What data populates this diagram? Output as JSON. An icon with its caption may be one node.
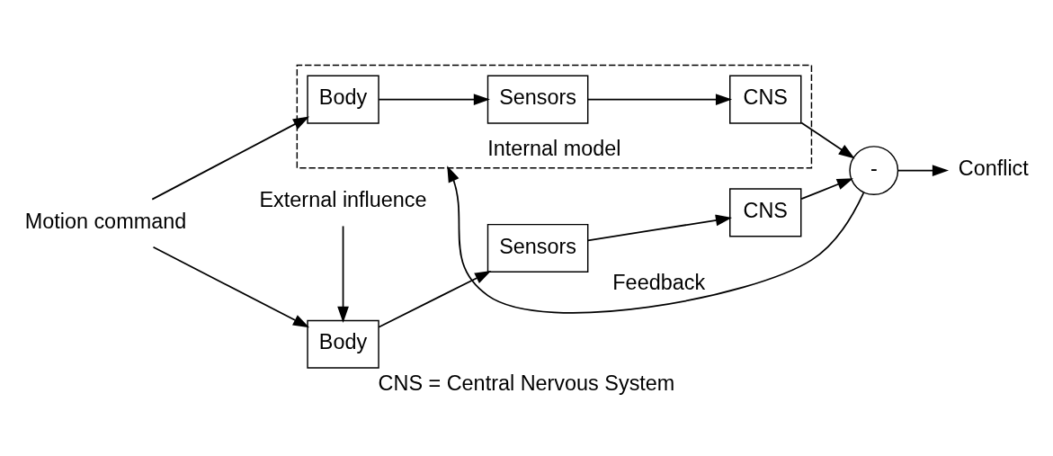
{
  "diagram": {
    "caption": "CNS = Central Nervous System",
    "nodes": [
      {
        "text": [
          "Motion command"
        ]
      },
      {
        "text": [
          "External influence"
        ]
      },
      {
        "text": [
          "Body"
        ]
      },
      {
        "text": [
          "Sensors"
        ]
      },
      {
        "text": [
          "CNS"
        ]
      },
      {
        "text": [
          "-"
        ]
      },
      {
        "text": [
          "Conflict"
        ]
      },
      {
        "text": [
          "Internal model"
        ]
      },
      {
        "text": [
          "Body"
        ],
        "in": 7
      },
      {
        "text": [
          "Sensors"
        ],
        "in": 7
      },
      {
        "text": [
          "CNS"
        ],
        "in": 7
      }
    ],
    "edges": [
      {
        "from": 0,
        "to": 2,
        "arrow": "to"
      },
      {
        "from": 0,
        "to": 8,
        "arrow": "to"
      },
      {
        "from": 1,
        "to": 2,
        "arrow": "to"
      },
      {
        "from": 2,
        "to": 3,
        "arrow": "to"
      },
      {
        "from": 3,
        "to": 4,
        "arrow": "to"
      },
      {
        "from": 4,
        "to": 5,
        "arrow": "to"
      },
      {
        "from": 5,
        "to": 6,
        "arrow": "to"
      },
      {
        "from": 5,
        "to": 7,
        "arrow": "to",
        "label": "Feedback"
      },
      {
        "from": 8,
        "to": 9,
        "arrow": "to"
      },
      {
        "from": 9,
        "to": 10,
        "arrow": "to"
      },
      {
        "from": 10,
        "to": 5,
        "arrow": "to"
      }
    ]
  }
}
